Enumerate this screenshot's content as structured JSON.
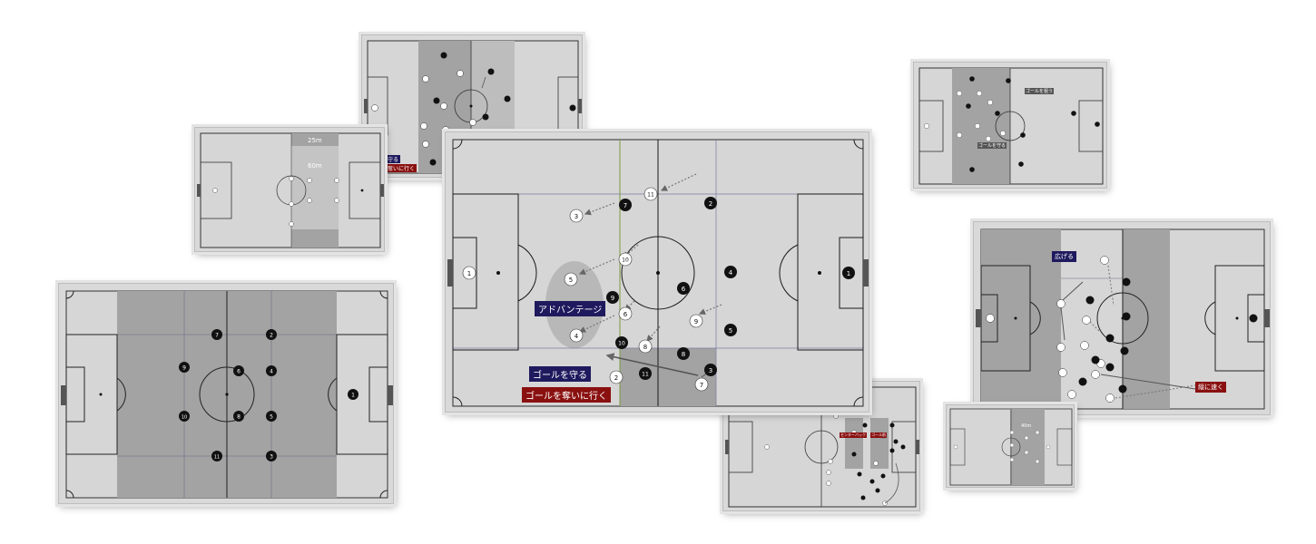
{
  "colors": {
    "pitch": "#d6d6d6",
    "zone_dark": "#a3a3a3",
    "zone_mid": "#bdbdbd",
    "line": "#2a2a2a",
    "navy_label": "#1f1a5e",
    "red_label": "#8a1010"
  },
  "boards": [
    {
      "id": "main-board",
      "labels": {
        "advantage": "アドバンテージ",
        "defend": "ゴールを守る",
        "win_ball": "ゴールを奪いに行く"
      },
      "white_players": [
        "1",
        "3",
        "5",
        "10",
        "6",
        "4",
        "8",
        "9",
        "11",
        "7",
        "2"
      ],
      "black_players": [
        "1",
        "7",
        "2",
        "4",
        "9",
        "6",
        "5",
        "10",
        "8",
        "11",
        "3"
      ]
    },
    {
      "id": "top-left-board",
      "labels": {
        "defend": "守る",
        "win_ball": "奪いに行く"
      }
    },
    {
      "id": "width-board",
      "labels": {
        "top": "25m",
        "mid": "60m"
      }
    },
    {
      "id": "large-left-board",
      "black_players": [
        "7",
        "2",
        "9",
        "6",
        "4",
        "10",
        "8",
        "5",
        "11",
        "3",
        "1"
      ]
    },
    {
      "id": "top-right-board",
      "labels": {
        "a": "ゴールを狙う",
        "b": "ゴールを守る"
      }
    },
    {
      "id": "right-board",
      "labels": {
        "widen": "広げる",
        "vertical": "縦に速く"
      }
    },
    {
      "id": "bottom-center-board",
      "labels": {
        "a": "センターバック",
        "b": "ゴール前"
      }
    },
    {
      "id": "bottom-right-board",
      "labels": {
        "a": "40m"
      }
    }
  ]
}
